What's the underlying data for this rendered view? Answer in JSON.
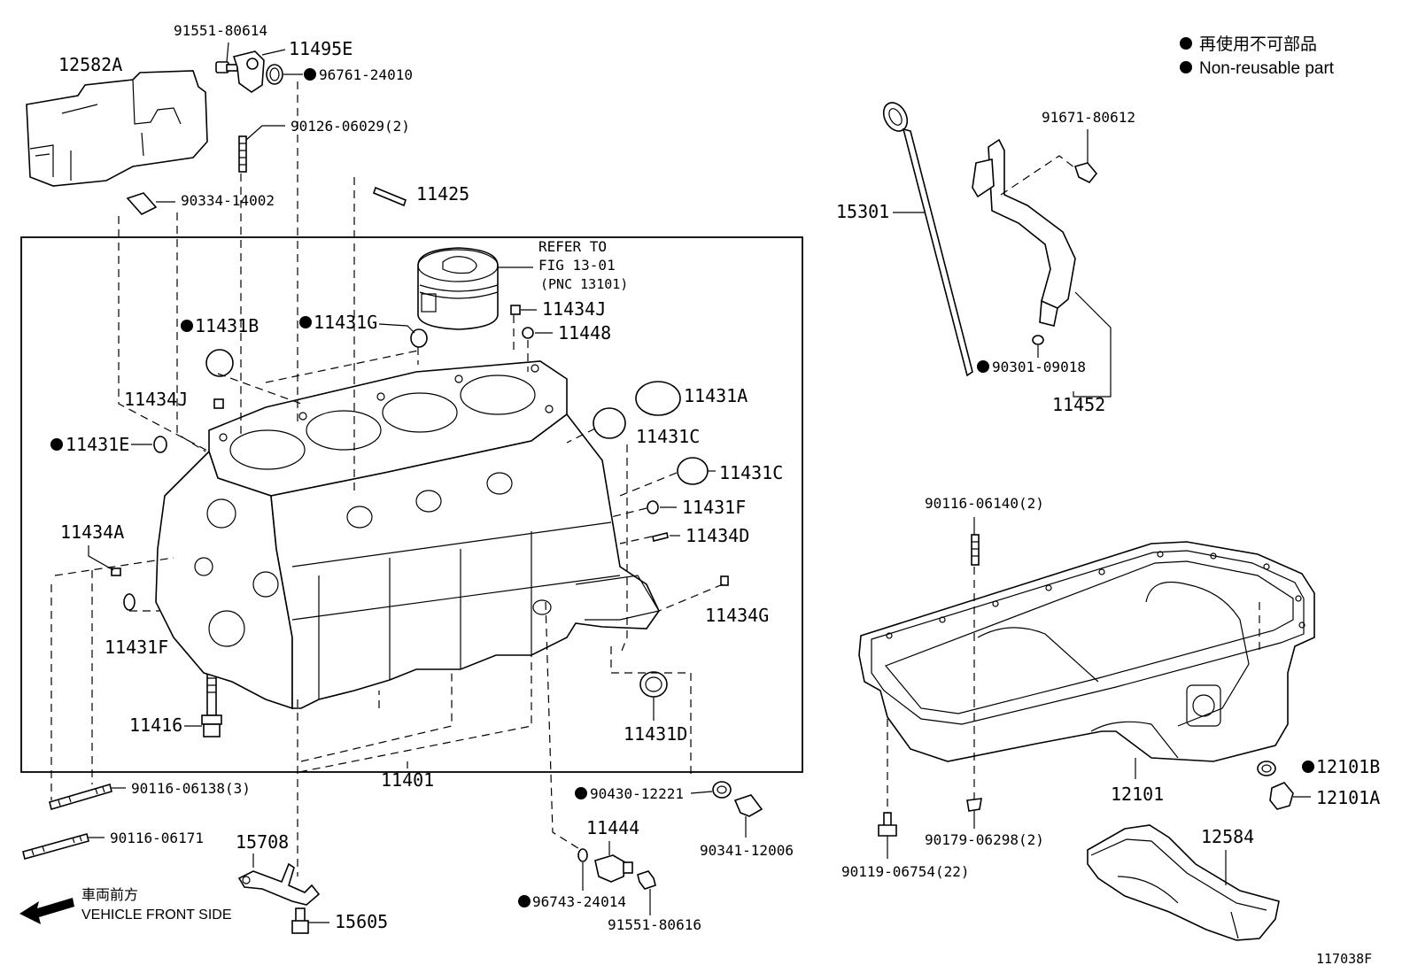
{
  "legend": {
    "line1": "再使用不可部品",
    "line2": "Non-reusable part"
  },
  "refer": {
    "line1": "REFER TO",
    "line2": "FIG 13-01",
    "line3": "(PNC 13101)"
  },
  "front": {
    "jp": "車両前方",
    "en": "VEHICLE FRONT SIDE"
  },
  "figure_id": "117038F",
  "callouts": {
    "p12582A": "12582A",
    "p91551_80614": "91551-80614",
    "p11495E": "11495E",
    "p96761_24010": "96761-24010",
    "p90126_06029": "90126-06029(2)",
    "p90334_14002": "90334-14002",
    "p11425": "11425",
    "p11431B": "11431B",
    "p11431G": "11431G",
    "p11434J_top": "11434J",
    "p11448": "11448",
    "p11434J_left": "11434J",
    "p11431A": "11431A",
    "p11431E": "11431E",
    "p11431C_1": "11431C",
    "p11431C_2": "11431C",
    "p11431F_right": "11431F",
    "p11434A": "11434A",
    "p11434D": "11434D",
    "p11434G": "11434G",
    "p11431F_left": "11431F",
    "p11416": "11416",
    "p11431D": "11431D",
    "p11401": "11401",
    "p90116_06138": "90116-06138(3)",
    "p90116_06171": "90116-06171",
    "p90430_12221": "90430-12221",
    "p90341_12006": "90341-12006",
    "p15708": "15708",
    "p11444": "11444",
    "p96743_24014": "96743-24014",
    "p91551_80616": "91551-80616",
    "p15605": "15605",
    "p15301": "15301",
    "p91671_80612": "91671-80612",
    "p90301_09018": "90301-09018",
    "p11452": "11452",
    "p90116_06140": "90116-06140(2)",
    "p12101B": "12101B",
    "p12101": "12101",
    "p12101A": "12101A",
    "p90119_06754": "90119-06754(22)",
    "p90179_06298": "90179-06298(2)",
    "p12584": "12584"
  }
}
